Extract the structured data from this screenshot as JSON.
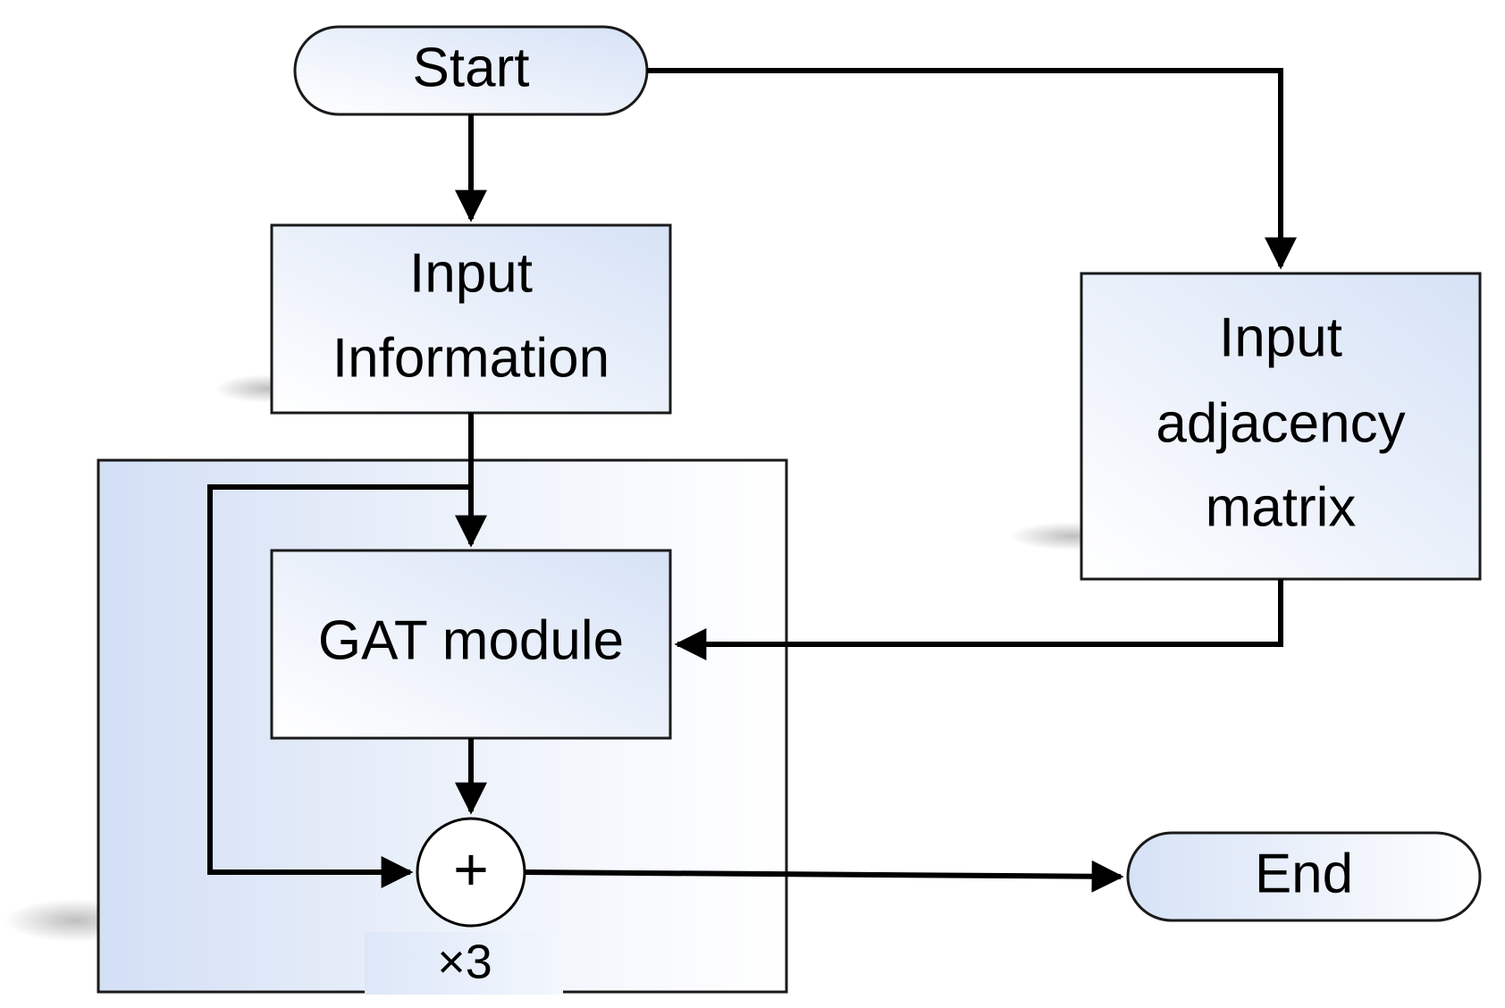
{
  "nodes": {
    "start": {
      "label": "Start"
    },
    "input_information": {
      "line1": "Input",
      "line2": "Information"
    },
    "input_adjacency": {
      "line1": "Input",
      "line2": "adjacency",
      "line3": "matrix"
    },
    "gat_module": {
      "label": "GAT module"
    },
    "sum": {
      "label": "+"
    },
    "repeat": {
      "label": "×3"
    },
    "end": {
      "label": "End"
    }
  },
  "colors": {
    "fill_light": "#ffffff",
    "fill_blue": "#d9e4f7",
    "stroke": "#000000"
  }
}
